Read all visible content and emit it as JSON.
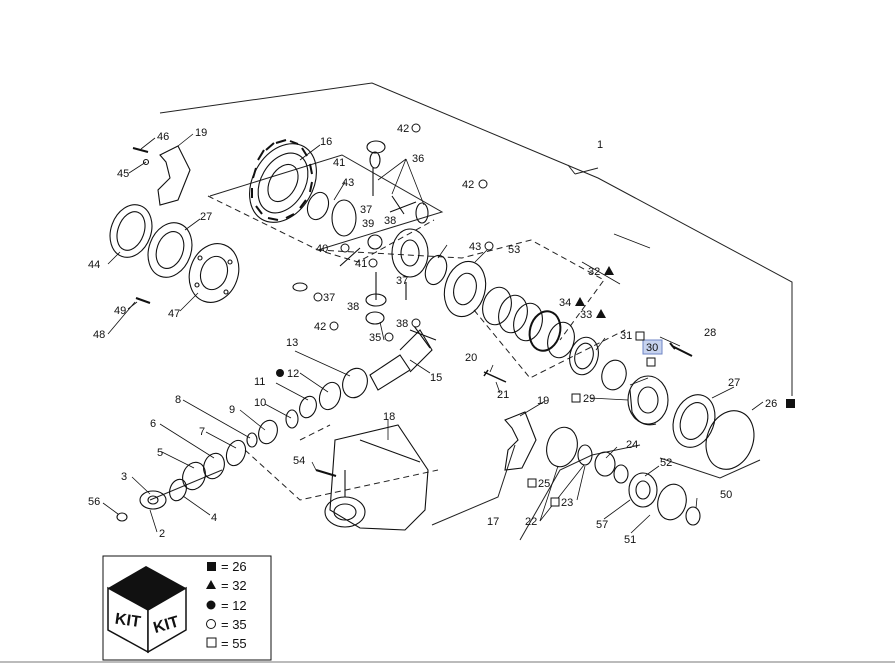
{
  "colors": {
    "ink": "#111111",
    "highlight": "#c7d3ef",
    "background": "#ffffff"
  },
  "highlighted_callout": "30",
  "callouts": [
    {
      "id": "c1",
      "text": "1"
    },
    {
      "id": "c2",
      "text": "2"
    },
    {
      "id": "c3",
      "text": "3"
    },
    {
      "id": "c4",
      "text": "4"
    },
    {
      "id": "c5",
      "text": "5"
    },
    {
      "id": "c6",
      "text": "6"
    },
    {
      "id": "c7",
      "text": "7"
    },
    {
      "id": "c8",
      "text": "8"
    },
    {
      "id": "c9",
      "text": "9"
    },
    {
      "id": "c10",
      "text": "10"
    },
    {
      "id": "c11",
      "text": "11"
    },
    {
      "id": "c12",
      "text": "12"
    },
    {
      "id": "c13",
      "text": "13"
    },
    {
      "id": "c15",
      "text": "15"
    },
    {
      "id": "c16",
      "text": "16"
    },
    {
      "id": "c17",
      "text": "17"
    },
    {
      "id": "c18",
      "text": "18"
    },
    {
      "id": "c19a",
      "text": "19"
    },
    {
      "id": "c19b",
      "text": "19"
    },
    {
      "id": "c20",
      "text": "20"
    },
    {
      "id": "c21",
      "text": "21"
    },
    {
      "id": "c22",
      "text": "22"
    },
    {
      "id": "c23",
      "text": "23"
    },
    {
      "id": "c24",
      "text": "24"
    },
    {
      "id": "c25",
      "text": "25"
    },
    {
      "id": "c26",
      "text": "26"
    },
    {
      "id": "c27a",
      "text": "27"
    },
    {
      "id": "c27b",
      "text": "27"
    },
    {
      "id": "c28",
      "text": "28"
    },
    {
      "id": "c29",
      "text": "29"
    },
    {
      "id": "c30",
      "text": "30"
    },
    {
      "id": "c31",
      "text": "31"
    },
    {
      "id": "c32",
      "text": "32"
    },
    {
      "id": "c33",
      "text": "33"
    },
    {
      "id": "c34",
      "text": "34"
    },
    {
      "id": "c35",
      "text": "35"
    },
    {
      "id": "c36",
      "text": "36"
    },
    {
      "id": "c37a",
      "text": "37"
    },
    {
      "id": "c37b",
      "text": "37"
    },
    {
      "id": "c37c",
      "text": "37"
    },
    {
      "id": "c38a",
      "text": "38"
    },
    {
      "id": "c38b",
      "text": "38"
    },
    {
      "id": "c38c",
      "text": "38"
    },
    {
      "id": "c39",
      "text": "39"
    },
    {
      "id": "c40",
      "text": "40"
    },
    {
      "id": "c41a",
      "text": "41"
    },
    {
      "id": "c41b",
      "text": "41"
    },
    {
      "id": "c42a",
      "text": "42"
    },
    {
      "id": "c42b",
      "text": "42"
    },
    {
      "id": "c42c",
      "text": "42"
    },
    {
      "id": "c43a",
      "text": "43"
    },
    {
      "id": "c43b",
      "text": "43"
    },
    {
      "id": "c44",
      "text": "44"
    },
    {
      "id": "c45",
      "text": "45"
    },
    {
      "id": "c46",
      "text": "46"
    },
    {
      "id": "c47",
      "text": "47"
    },
    {
      "id": "c48",
      "text": "48"
    },
    {
      "id": "c49",
      "text": "49"
    },
    {
      "id": "c50",
      "text": "50"
    },
    {
      "id": "c51",
      "text": "51"
    },
    {
      "id": "c52",
      "text": "52"
    },
    {
      "id": "c53",
      "text": "53"
    },
    {
      "id": "c54",
      "text": "54"
    },
    {
      "id": "c56",
      "text": "56"
    },
    {
      "id": "c57",
      "text": "57"
    }
  ],
  "kit_legend": {
    "box_labels": [
      "KIT",
      "KIT"
    ],
    "rows": [
      {
        "symbol": "square-filled",
        "text": "= 26"
      },
      {
        "symbol": "triangle-filled",
        "text": "= 32"
      },
      {
        "symbol": "circle-filled",
        "text": "= 12"
      },
      {
        "symbol": "circle-open",
        "text": "= 35"
      },
      {
        "symbol": "square-open",
        "text": "= 55"
      }
    ]
  }
}
